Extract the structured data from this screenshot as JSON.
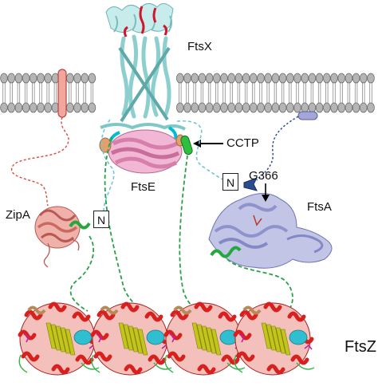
{
  "labels": {
    "ftsx": "FtsX",
    "ftse": "FtsE",
    "cctp": "CCTP",
    "zipa": "ZipA",
    "ftsa": "FtsA",
    "g366": "G366",
    "ftsz": "FtsZ",
    "n_terminus_left": "N",
    "n_terminus_right": "N"
  },
  "colors": {
    "membrane_head": "#b5b5b5",
    "ftsx_protein": "#a8dede",
    "ftsx_accent": "#d0162a",
    "ftse_protein": "#e79ac4",
    "ftse_accent": "#00bcd4",
    "zipa_protein": "#e88d87",
    "ftsa_protein": "#a3a6d6",
    "ftsa_linker": "#2b4c8c",
    "ftsz_red": "#d8201e",
    "ftsz_yellow": "#c4c51b",
    "ftsz_cyan": "#2fbfd0",
    "cctp_green": "#1f9d33",
    "ctd_linker_green": "#27a24a",
    "ftsx_linker_cyan": "#6ec6d7"
  }
}
